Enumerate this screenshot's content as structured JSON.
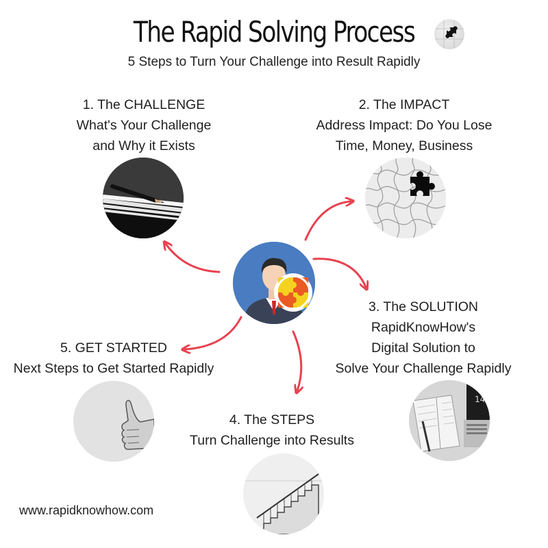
{
  "header": {
    "title": "The Rapid Solving Process",
    "subtitle": "5 Steps to Turn Your Challenge into Result Rapidly"
  },
  "steps": [
    {
      "lines": [
        "1. The CHALLENGE",
        "What's Your Challenge",
        "and Why it Exists"
      ],
      "image_icon": "pencil-on-paper-icon"
    },
    {
      "lines": [
        "2. The IMPACT",
        "Address Impact: Do  You Lose",
        "Time, Money, Business"
      ],
      "image_icon": "jigsaw-puzzle-icon"
    },
    {
      "lines": [
        "3. The SOLUTION",
        "RapidKnowHow's",
        "Digital Solution to",
        "Solve Your Challenge Rapidly"
      ],
      "image_icon": "notebook-laptop-icon"
    },
    {
      "lines": [
        "4. The STEPS",
        "Turn Challenge into Results"
      ],
      "image_icon": "staircase-icon"
    },
    {
      "lines": [
        "5. GET STARTED",
        "Next Steps to Get Started Rapidly"
      ],
      "image_icon": "thumbs-up-icon"
    }
  ],
  "center": {
    "icon": "businessman-with-puzzle-icon"
  },
  "footer": {
    "url": "www.rapidknowhow.com"
  },
  "colors": {
    "arrow": "#e8414f",
    "center_bg": "#4a7cc1",
    "puzzle_yellow": "#f4d21f",
    "puzzle_orange": "#ec5a24",
    "text": "#1f1f1f"
  }
}
